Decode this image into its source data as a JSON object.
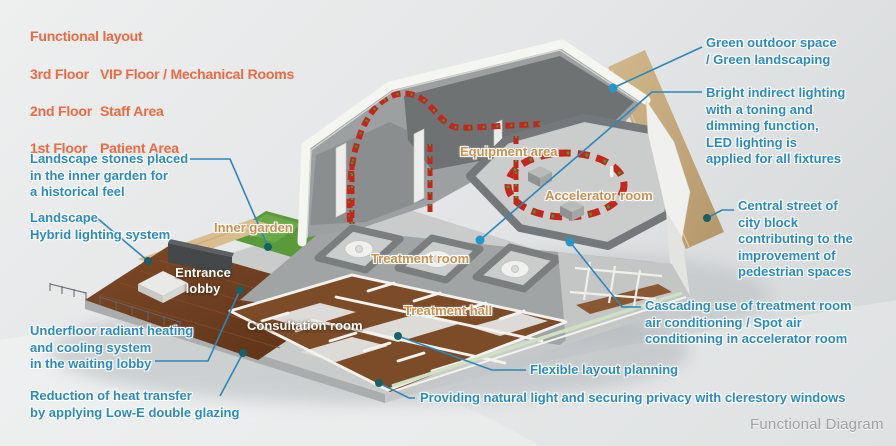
{
  "palette": {
    "legend_orange": "#ee6a42",
    "callout_blue": "#2b8ac2",
    "room_label_tan": "#cc8f4d",
    "room_label_white": "#ffffff",
    "leader_line_blue": "#2e86b8",
    "dot_teal": "#176066",
    "dot_blue": "#2596c8",
    "street_tan": "#c3a87c",
    "grass_green": "#5a9a3b",
    "wood_brown": "#6e3f22",
    "magnet_red": "#c4261d",
    "magnet_green": "#36a330",
    "footer_gray": "#9fa1a2"
  },
  "legend": {
    "title": "Functional layout",
    "floors": [
      {
        "floor": "3rd Floor",
        "desc": "VIP Floor / Mechanical Rooms"
      },
      {
        "floor": "2nd Floor",
        "desc": "Staff Area"
      },
      {
        "floor": "1st Floor",
        "desc": "Patient Area"
      }
    ]
  },
  "room_labels": {
    "inner_garden": "Inner garden",
    "entrance_lobby": "Entrance\nlobby",
    "consultation_room": "Consultation room",
    "equipment_area": "Equipment area",
    "accelerator_room": "Accelerator room",
    "treatment_room": "Treatment room",
    "treatment_hall": "Treatment hall"
  },
  "callouts": {
    "landscape_stones": "Landscape stones placed\nin the inner garden for\na historical feel",
    "landscape_lighting": "Landscape\nHybrid lighting system",
    "underfloor_heating": "Underfloor radiant heating\nand cooling system\nin the waiting lobby",
    "heat_transfer": "Reduction of heat transfer\nby applying Low-E double glazing",
    "green_outdoor": "Green outdoor space\n/ Green landscaping",
    "indirect_lighting": "Bright indirect lighting\nwith a toning and\ndimming function,\nLED lighting is\napplied for all fixtures",
    "central_street": "Central street of\ncity block\ncontributing to the\nimprovement of\npedestrian spaces",
    "cascading_ac": "Cascading use of treatment room\nair conditioning / Spot air\nconditioning in accelerator room",
    "flexible_layout": "Flexible layout planning",
    "clerestory": "Providing natural light and securing privacy with clerestory windows"
  },
  "footer": {
    "caption": "Functional Diagram"
  }
}
